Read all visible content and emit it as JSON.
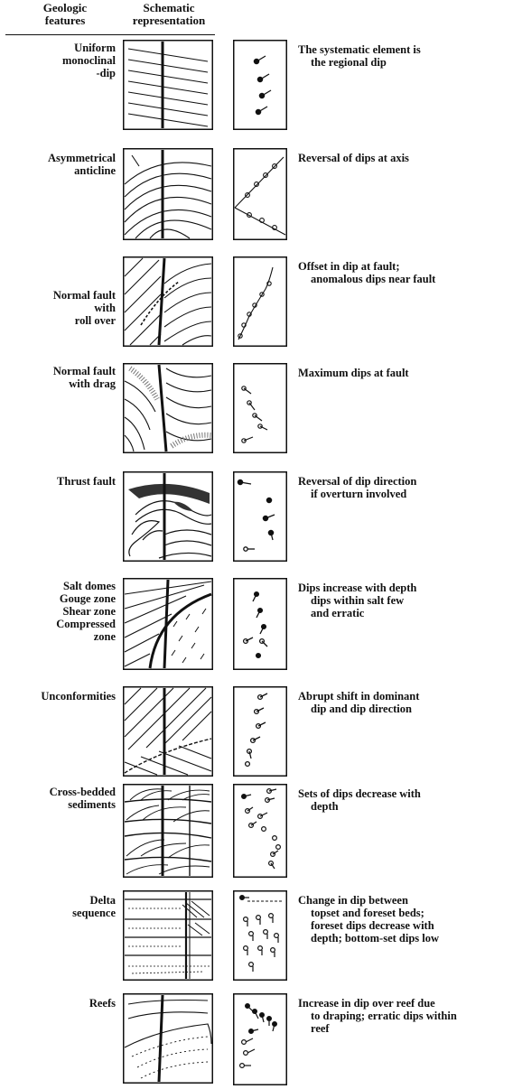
{
  "header": {
    "geologic_features": [
      "Geologic",
      "features"
    ],
    "schematic": [
      "Schematic",
      "representation"
    ]
  },
  "rows": [
    {
      "feature": [
        "Uniform",
        "monoclinal",
        "-dip"
      ],
      "description": [
        "The systematic element is",
        "the regional dip"
      ]
    },
    {
      "feature": [
        "Asymmetrical",
        "anticline"
      ],
      "description": [
        "Reversal of dips at axis"
      ]
    },
    {
      "feature": [
        "Normal fault",
        "with",
        "roll  over"
      ],
      "description": [
        "Offset in dip at fault;",
        "anomalous dips near fault"
      ]
    },
    {
      "feature": [
        "Normal fault",
        "with drag"
      ],
      "description": [
        "Maximum dips at fault"
      ]
    },
    {
      "feature": [
        "Thrust fault"
      ],
      "description": [
        "Reversal of dip direction",
        "if overturn involved"
      ]
    },
    {
      "feature": [
        "Salt domes",
        "Gouge zone",
        "Shear zone",
        "Compressed",
        "zone"
      ],
      "description": [
        "Dips increase with depth",
        "dips within salt few",
        "and erratic"
      ]
    },
    {
      "feature": [
        "Unconformities"
      ],
      "description": [
        "Abrupt shift in dominant",
        "dip and dip direction"
      ]
    },
    {
      "feature": [
        "Cross-bedded",
        "sediments"
      ],
      "description": [
        "Sets of dips decrease with",
        "depth"
      ]
    },
    {
      "feature": [
        "Delta",
        "sequence"
      ],
      "description": [
        "Change in dip between",
        "topset and foreset beds;",
        "foreset dips decrease with",
        "depth; bottom-set dips low"
      ]
    },
    {
      "feature": [
        "Reefs"
      ],
      "description": [
        "Increase in dip over reef due",
        "to draping; erratic dips within",
        "reef"
      ]
    }
  ]
}
